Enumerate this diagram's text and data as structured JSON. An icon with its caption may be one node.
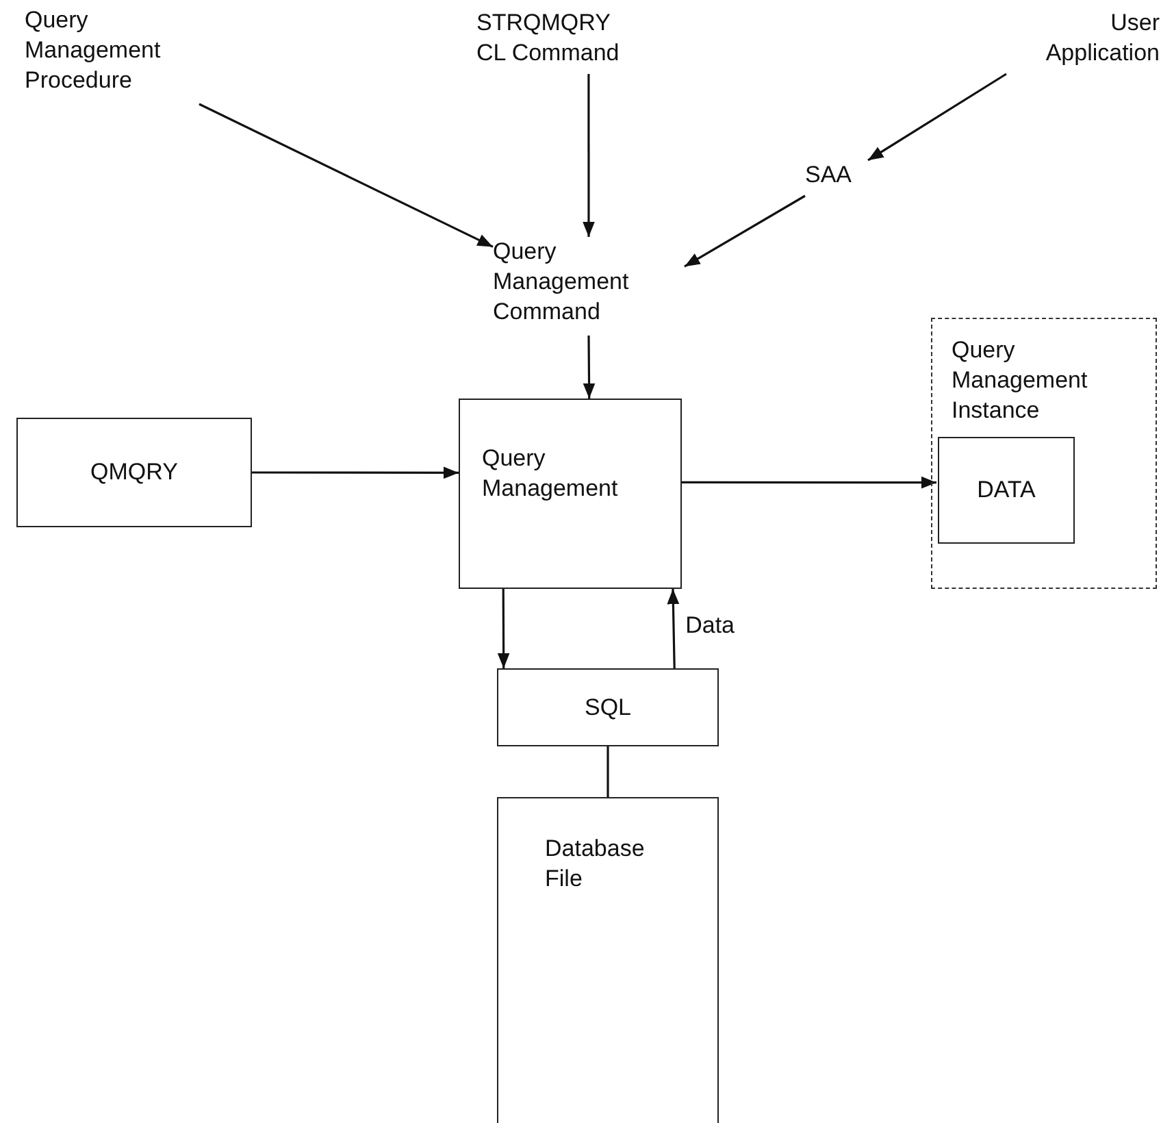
{
  "diagram": {
    "nodes": [
      {
        "text": [
          "Query Management Procedure"
        ]
      },
      {
        "text": [
          "STRQMQRY CL Command"
        ]
      },
      {
        "text": [
          "User Application"
        ]
      },
      {
        "text": [
          "SAA"
        ]
      },
      {
        "text": [
          "Query Management Command"
        ]
      },
      {
        "text": [
          "Query Management Instance"
        ]
      },
      {
        "text": [
          "DATA"
        ],
        "in": 5
      },
      {
        "text": [
          "QMQRY"
        ]
      },
      {
        "text": [
          "Query Management"
        ]
      },
      {
        "text": [
          "SQL"
        ]
      },
      {
        "text": [
          "Database File"
        ]
      }
    ],
    "edges": [
      {
        "from": 0,
        "to": 4,
        "arrow": "to"
      },
      {
        "from": 1,
        "to": 4,
        "arrow": "to"
      },
      {
        "from": 2,
        "to": 3,
        "arrow": "to"
      },
      {
        "from": 3,
        "to": 4,
        "arrow": "to"
      },
      {
        "from": 4,
        "to": 8,
        "arrow": "to"
      },
      {
        "from": 7,
        "to": 8,
        "arrow": "to"
      },
      {
        "from": 8,
        "to": 6,
        "arrow": "to"
      },
      {
        "from": 8,
        "to": 9,
        "arrow": "to"
      },
      {
        "from": 9,
        "to": 8,
        "arrow": "to",
        "label": "Data"
      },
      {
        "from": 9,
        "to": 10,
        "arrow": "none"
      }
    ]
  }
}
